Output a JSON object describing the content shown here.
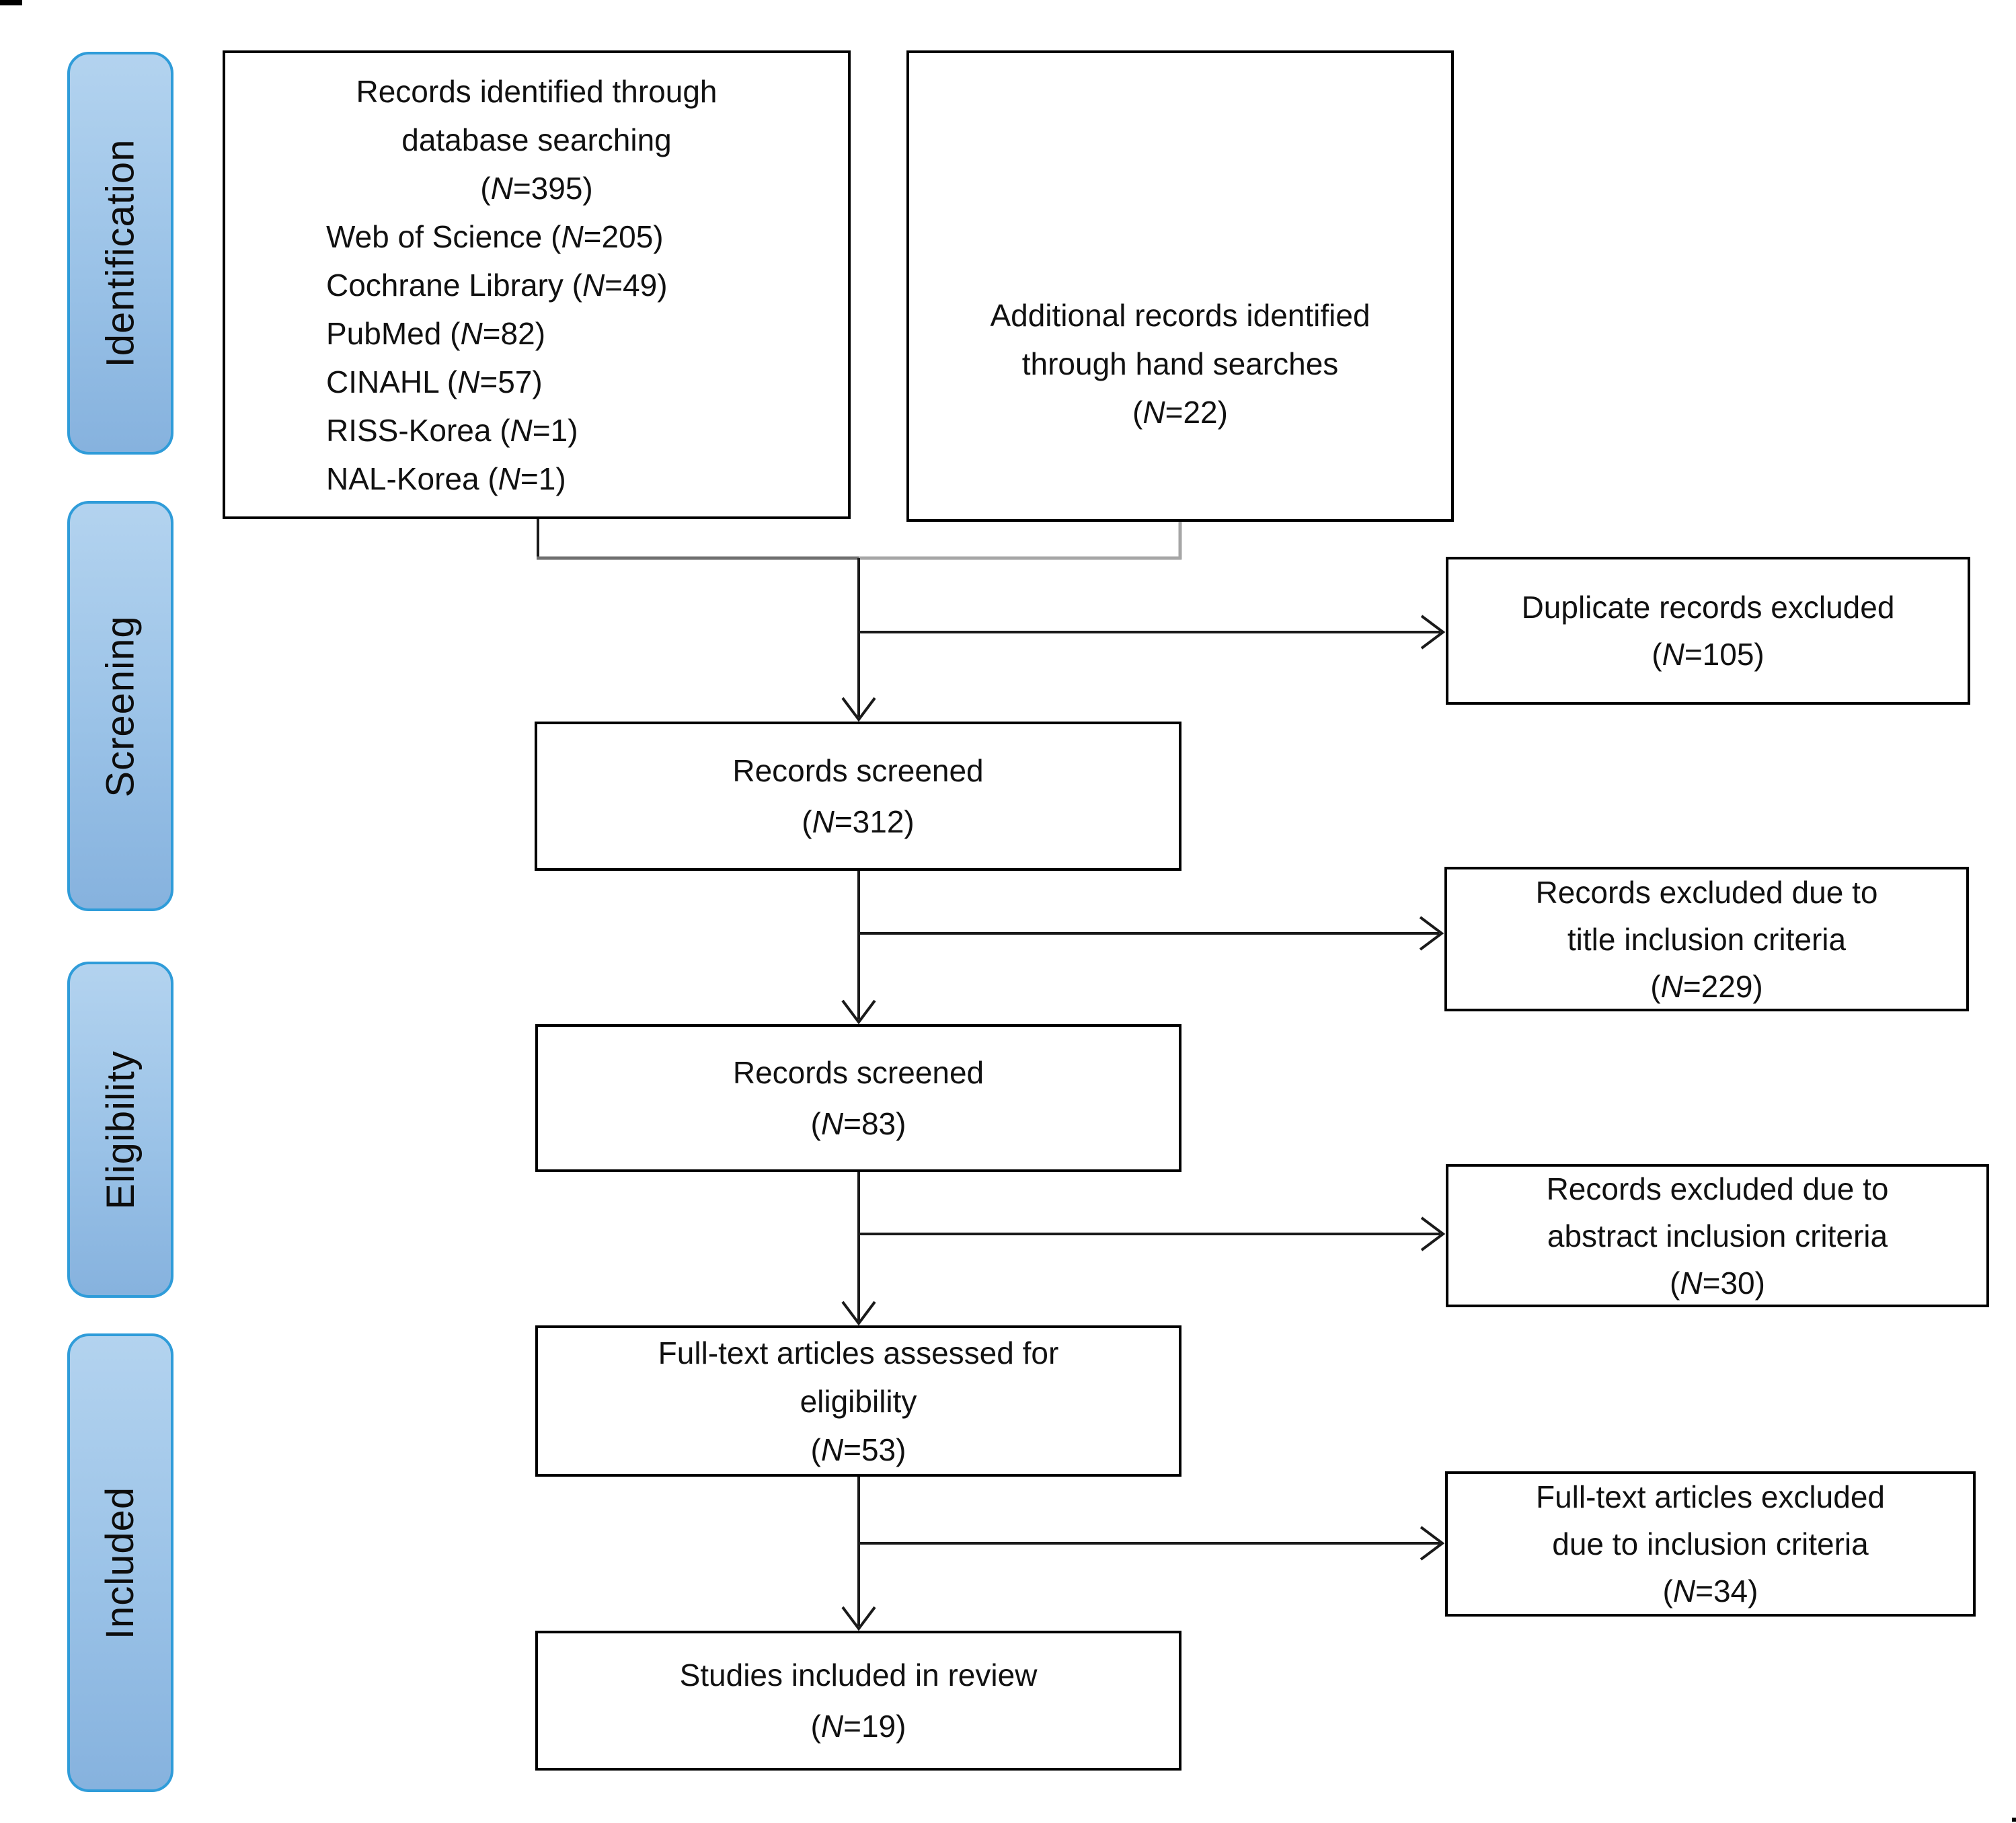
{
  "sidebar": {
    "stages": [
      {
        "label": "Identification"
      },
      {
        "label": "Screening"
      },
      {
        "label": "Eligibility"
      },
      {
        "label": "Included"
      }
    ]
  },
  "boxes": {
    "db_search": {
      "lines": [
        {
          "pre": "Records identified through"
        },
        {
          "pre": "database searching"
        },
        {
          "pre": "(",
          "n": "N",
          "post": "=395)"
        },
        {
          "pre": "Web of Science (",
          "n": "N",
          "post": "=205)"
        },
        {
          "pre": "Cochrane Library (",
          "n": "N",
          "post": "=49)"
        },
        {
          "pre": "PubMed (",
          "n": "N",
          "post": "=82)"
        },
        {
          "pre": "CINAHL (",
          "n": "N",
          "post": "=57)"
        },
        {
          "pre": "RISS-Korea (",
          "n": "N",
          "post": "=1)"
        },
        {
          "pre": "NAL-Korea (",
          "n": "N",
          "post": "=1)"
        }
      ]
    },
    "hand_search": {
      "lines": [
        {
          "pre": "Additional records identified"
        },
        {
          "pre": "through hand searches"
        },
        {
          "pre": "(",
          "n": "N",
          "post": "=22)"
        }
      ]
    },
    "duplicates_excluded": {
      "lines": [
        {
          "pre": "Duplicate records excluded"
        },
        {
          "pre": "(",
          "n": "N",
          "post": "=105)"
        }
      ]
    },
    "records_screened_1": {
      "lines": [
        {
          "pre": "Records screened"
        },
        {
          "pre": "(",
          "n": "N",
          "post": "=312)"
        }
      ]
    },
    "excluded_title": {
      "lines": [
        {
          "pre": "Records excluded due to"
        },
        {
          "pre": "title inclusion criteria"
        },
        {
          "pre": "(",
          "n": "N",
          "post": "=229)"
        }
      ]
    },
    "records_screened_2": {
      "lines": [
        {
          "pre": "Records screened"
        },
        {
          "pre": "(",
          "n": "N",
          "post": "=83)"
        }
      ]
    },
    "excluded_abstract": {
      "lines": [
        {
          "pre": "Records excluded due to"
        },
        {
          "pre": "abstract inclusion criteria"
        },
        {
          "pre": "(",
          "n": "N",
          "post": "=30)"
        }
      ]
    },
    "fulltext_assessed": {
      "lines": [
        {
          "pre": "Full-text articles assessed for"
        },
        {
          "pre": "eligibility"
        },
        {
          "pre": "(",
          "n": "N",
          "post": "=53)"
        }
      ]
    },
    "fulltext_excluded": {
      "lines": [
        {
          "pre": "Full-text articles excluded"
        },
        {
          "pre": "due to inclusion criteria"
        },
        {
          "pre": "(",
          "n": "N",
          "post": "=34)"
        }
      ]
    },
    "included_review": {
      "lines": [
        {
          "pre": "Studies included in review"
        },
        {
          "pre": "(",
          "n": "N",
          "post": "=19)"
        }
      ]
    }
  },
  "colors": {
    "sidebar_border": "#2f9cd9",
    "sidebar_fill_top": "#b3d3ef",
    "sidebar_fill_mid": "#9ac2e7",
    "sidebar_fill_bottom": "#86b2de",
    "box_background": "#ffffff",
    "box_border": "#000000",
    "text": "#111111",
    "connector": "#1a1a1a",
    "connector_gray": "#a6a6a6",
    "connector_join_dark": "#707070"
  }
}
